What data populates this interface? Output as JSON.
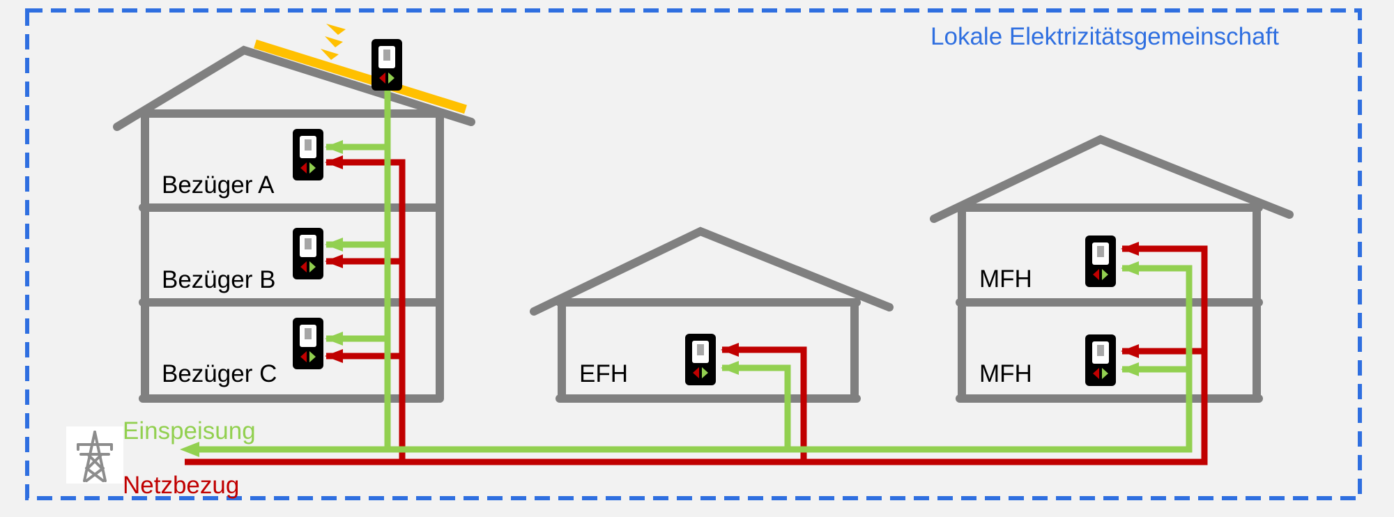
{
  "title": "Lokale Elektrizitätsgemeinschaft",
  "units": {
    "a": "Bezüger A",
    "b": "Bezüger B",
    "c": "Bezüger C",
    "efh": "EFH",
    "mfh_upper": "MFH",
    "mfh_lower": "MFH"
  },
  "legend": {
    "feed_in": "Einspeisung",
    "grid": "Netzbezug"
  },
  "colors": {
    "boundary": "#2f6fe0",
    "feed_in": "#92d050",
    "grid": "#c00000",
    "house": "#808080",
    "solar": "#ffc000",
    "meter": "#000000"
  },
  "icons": {
    "meter": "smart-meter-icon",
    "grid": "power-pylon-icon",
    "sun": "sun-rays-icon"
  }
}
